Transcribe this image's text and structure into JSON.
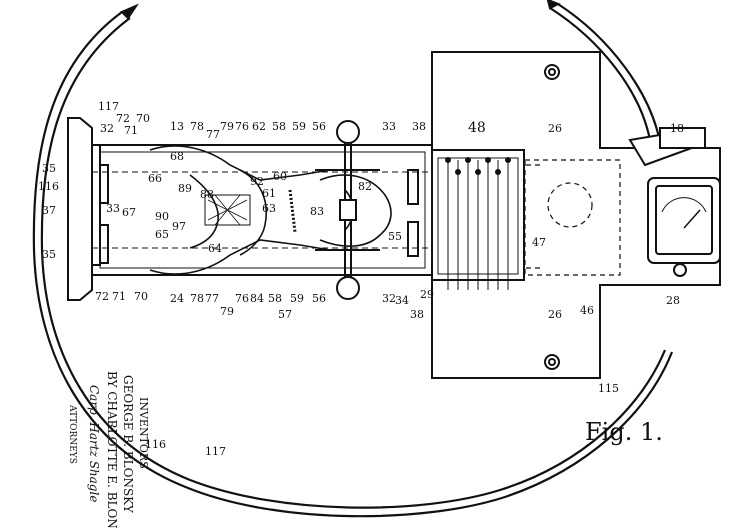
{
  "figure": {
    "title": "Fig. 1.",
    "labels": [
      "117",
      "117",
      "116",
      "116",
      "115",
      "35",
      "35",
      "37",
      "33",
      "32",
      "72",
      "71",
      "70",
      "72",
      "71",
      "70",
      "13",
      "78",
      "77",
      "79",
      "76",
      "62",
      "58",
      "59",
      "56",
      "33",
      "38",
      "48",
      "26",
      "18",
      "68",
      "66",
      "89",
      "88",
      "92",
      "60",
      "61",
      "63",
      "83",
      "82",
      "55",
      "67",
      "90",
      "97",
      "65",
      "64",
      "24",
      "78",
      "77",
      "79",
      "76",
      "84",
      "58",
      "59",
      "57",
      "56",
      "32",
      "34",
      "29",
      "38",
      "47",
      "28",
      "26",
      "46"
    ]
  },
  "inventors": {
    "heading": "INVENTORS",
    "line1": "GEORGE B. BLONSKY",
    "line2": "BY CHARLOTTE E. BLONSKY",
    "signature": "Carp, Hartz Shagle",
    "attorneys": "ATTORNEYS"
  }
}
